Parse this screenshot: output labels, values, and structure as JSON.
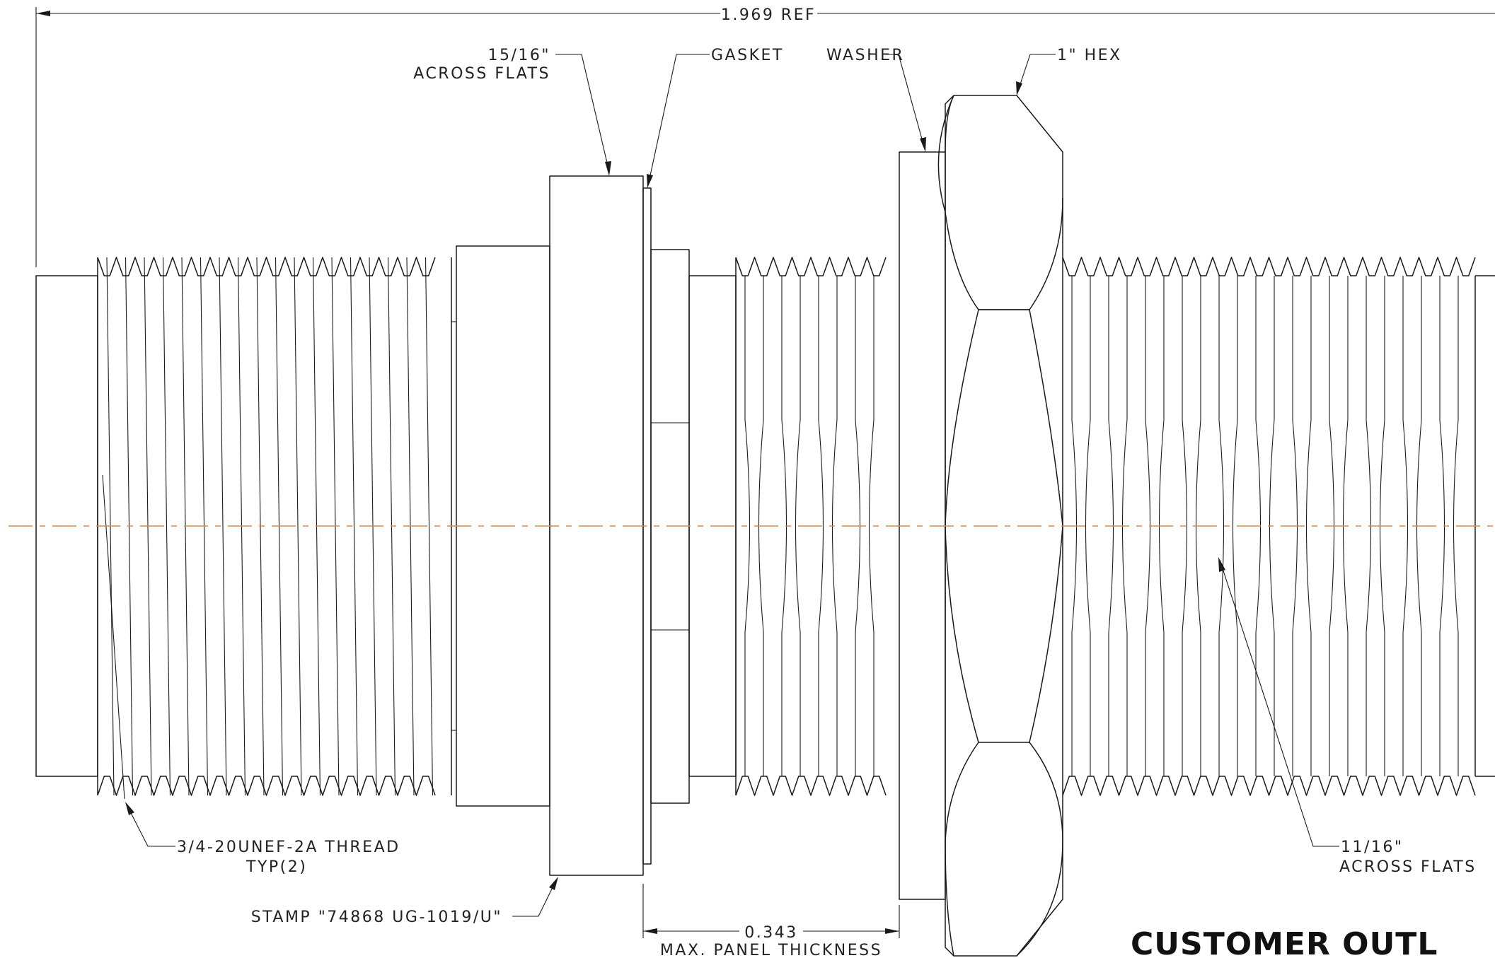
{
  "dimensions": {
    "overall_length": "1.969 REF",
    "panel_thickness": "0.343",
    "panel_thickness_caption": "MAX. PANEL THICKNESS"
  },
  "callouts": {
    "flange_flats_size": "15/16\"",
    "flange_flats_caption": "ACROSS FLATS",
    "gasket": "GASKET",
    "washer": "WASHER",
    "hex_nut": "1\" HEX",
    "thread_spec": "3/4-20UNEF-2A THREAD",
    "thread_qty": "TYP(2)",
    "stamp": "STAMP \"74868 UG-1019/U\"",
    "body_flats_size": "11/16\"",
    "body_flats_caption": "ACROSS FLATS"
  },
  "title_block": {
    "title": "CUSTOMER OUTL"
  },
  "colors": {
    "line": "#1a1a1a",
    "centerline": "#d98a4a",
    "background": "#ffffff"
  }
}
